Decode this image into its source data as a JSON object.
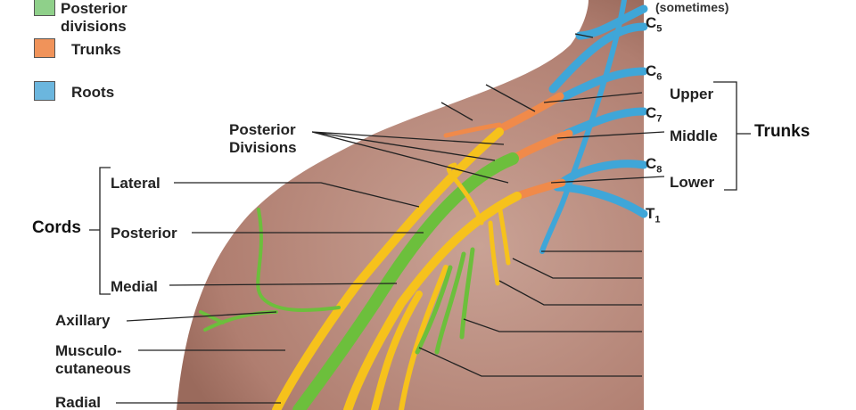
{
  "legend": [
    {
      "label": "Posterior divisions",
      "color": "#8fd08a"
    },
    {
      "label": "Trunks",
      "color": "#f0935a"
    },
    {
      "label": "Roots",
      "color": "#6bb6de"
    }
  ],
  "top_partial": "(sometimes)",
  "roots": [
    {
      "letter": "C",
      "sub": "5"
    },
    {
      "letter": "C",
      "sub": "6"
    },
    {
      "letter": "C",
      "sub": "7"
    },
    {
      "letter": "C",
      "sub": "8"
    },
    {
      "letter": "T",
      "sub": "1"
    }
  ],
  "trunks": {
    "group": "Trunks",
    "items": [
      "Upper",
      "Middle",
      "Lower"
    ]
  },
  "posterior_divisions": "Posterior Divisions",
  "cords": {
    "group": "Cords",
    "items": [
      "Lateral",
      "Posterior",
      "Medial"
    ]
  },
  "nerves": [
    "Axillary",
    "Musculo-\ncutaneous",
    "Radial"
  ],
  "colors": {
    "skin": "#b88a7c",
    "root": "#3fa6d8",
    "trunk": "#f08a4a",
    "cord_yellow": "#f6c21c",
    "cord_green": "#6cbf3c"
  }
}
